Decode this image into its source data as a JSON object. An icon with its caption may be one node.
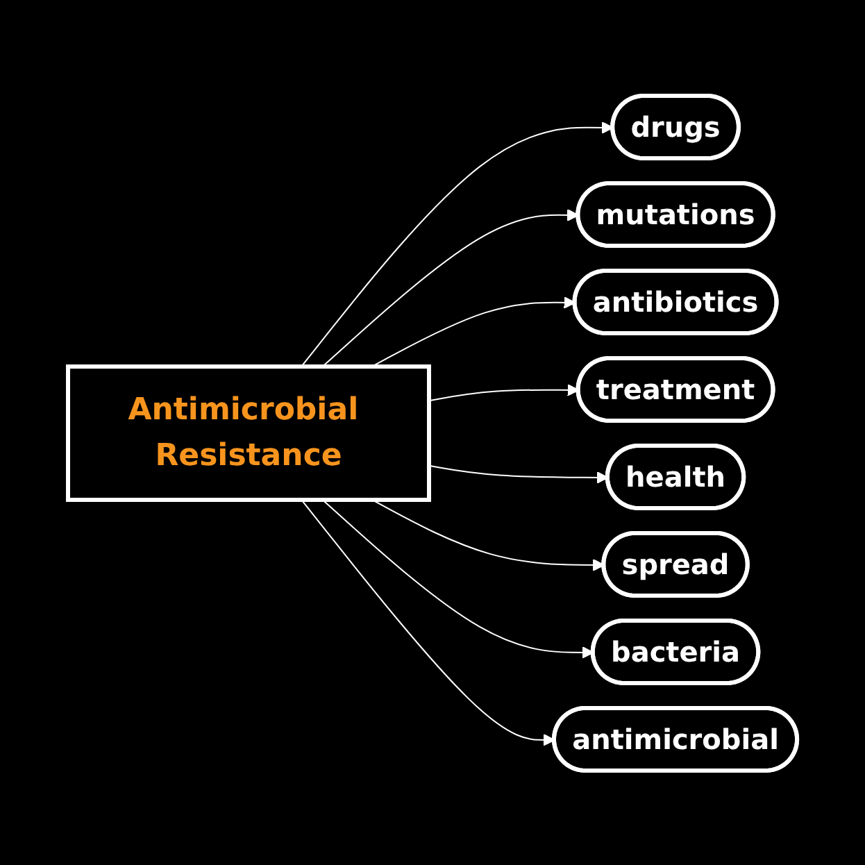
{
  "diagram": {
    "nodes": [
      {
        "text": [
          "Antimicrobial Resistance"
        ]
      },
      {
        "text": [
          "drugs"
        ]
      },
      {
        "text": [
          "mutations"
        ]
      },
      {
        "text": [
          "antibiotics"
        ]
      },
      {
        "text": [
          "treatment"
        ]
      },
      {
        "text": [
          "health"
        ]
      },
      {
        "text": [
          "spread"
        ]
      },
      {
        "text": [
          "bacteria"
        ]
      },
      {
        "text": [
          "antimicrobial"
        ]
      }
    ],
    "edges": [
      {
        "from": 0,
        "to": 1,
        "arrow": "to"
      },
      {
        "from": 0,
        "to": 2,
        "arrow": "to"
      },
      {
        "from": 0,
        "to": 3,
        "arrow": "to"
      },
      {
        "from": 0,
        "to": 4,
        "arrow": "to"
      },
      {
        "from": 0,
        "to": 5,
        "arrow": "to"
      },
      {
        "from": 0,
        "to": 6,
        "arrow": "to"
      },
      {
        "from": 0,
        "to": 7,
        "arrow": "to"
      },
      {
        "from": 0,
        "to": 8,
        "arrow": "to"
      }
    ]
  }
}
